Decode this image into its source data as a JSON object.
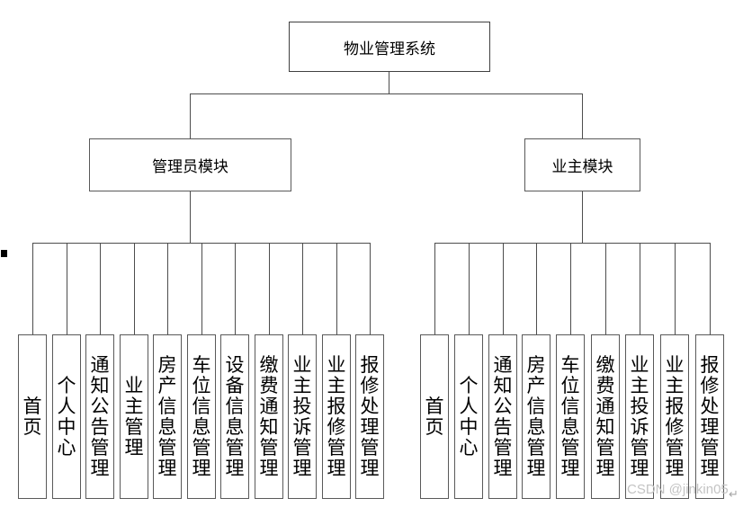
{
  "diagram": {
    "root": {
      "label": "物业管理系统"
    },
    "admin_module": {
      "label": "管理员模块",
      "children": [
        "首页",
        "个人中心",
        "通知公告管理",
        "业主管理",
        "房产信息管理",
        "车位信息管理",
        "设备信息管理",
        "缴费通知管理",
        "业主投诉管理",
        "业主报修管理",
        "报修处理管理"
      ]
    },
    "owner_module": {
      "label": "业主模块",
      "children": [
        "首页",
        "个人中心",
        "通知公告管理",
        "房产信息管理",
        "车位信息管理",
        "缴费通知管理",
        "业主投诉管理",
        "业主报修管理",
        "报修处理管理"
      ]
    }
  },
  "watermark": {
    "text": "CSDN @jinkin05"
  },
  "page": {
    "paragraph_mark": "↵"
  },
  "colors": {
    "background": "#ffffff",
    "line": "#4d4d4d",
    "box_border": "#595959",
    "text": "#000000",
    "watermark": "#c3c3c3",
    "edge_marker": "#000000"
  }
}
